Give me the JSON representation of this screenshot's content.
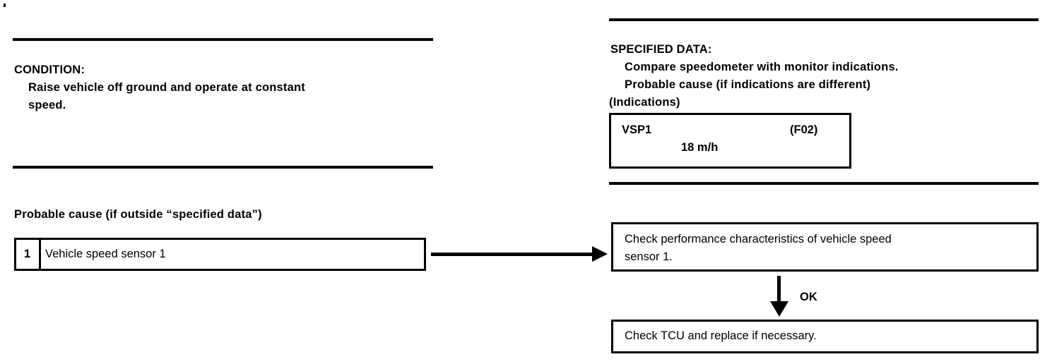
{
  "page": {
    "kind": "service-manual-diagnostic-flow"
  },
  "left_column": {
    "condition": {
      "title": "CONDITION:",
      "lines": [
        "Raise vehicle off ground and operate at constant",
        "speed."
      ]
    },
    "probable_cause": {
      "heading": "Probable cause (if outside “specified data”)",
      "rows": [
        {
          "number": "1",
          "text": "Vehicle speed sensor 1"
        }
      ]
    }
  },
  "right_column": {
    "specified_data": {
      "title": "SPECIFIED DATA:",
      "lines": [
        "Compare speedometer with monitor indications.",
        "Probable cause (if indications are different)"
      ],
      "indications_label": "(Indications)",
      "monitor_box": {
        "item": "VSP1",
        "code": "(F02)",
        "value": "18 m/h"
      }
    },
    "steps": [
      {
        "lines": [
          "Check performance characteristics of vehicle speed",
          "sensor 1."
        ]
      },
      {
        "lines": [
          "Check TCU and replace if necessary."
        ]
      }
    ],
    "connector_label": "OK"
  },
  "colors": {
    "ink": "#000000",
    "paper": "#ffffff"
  }
}
